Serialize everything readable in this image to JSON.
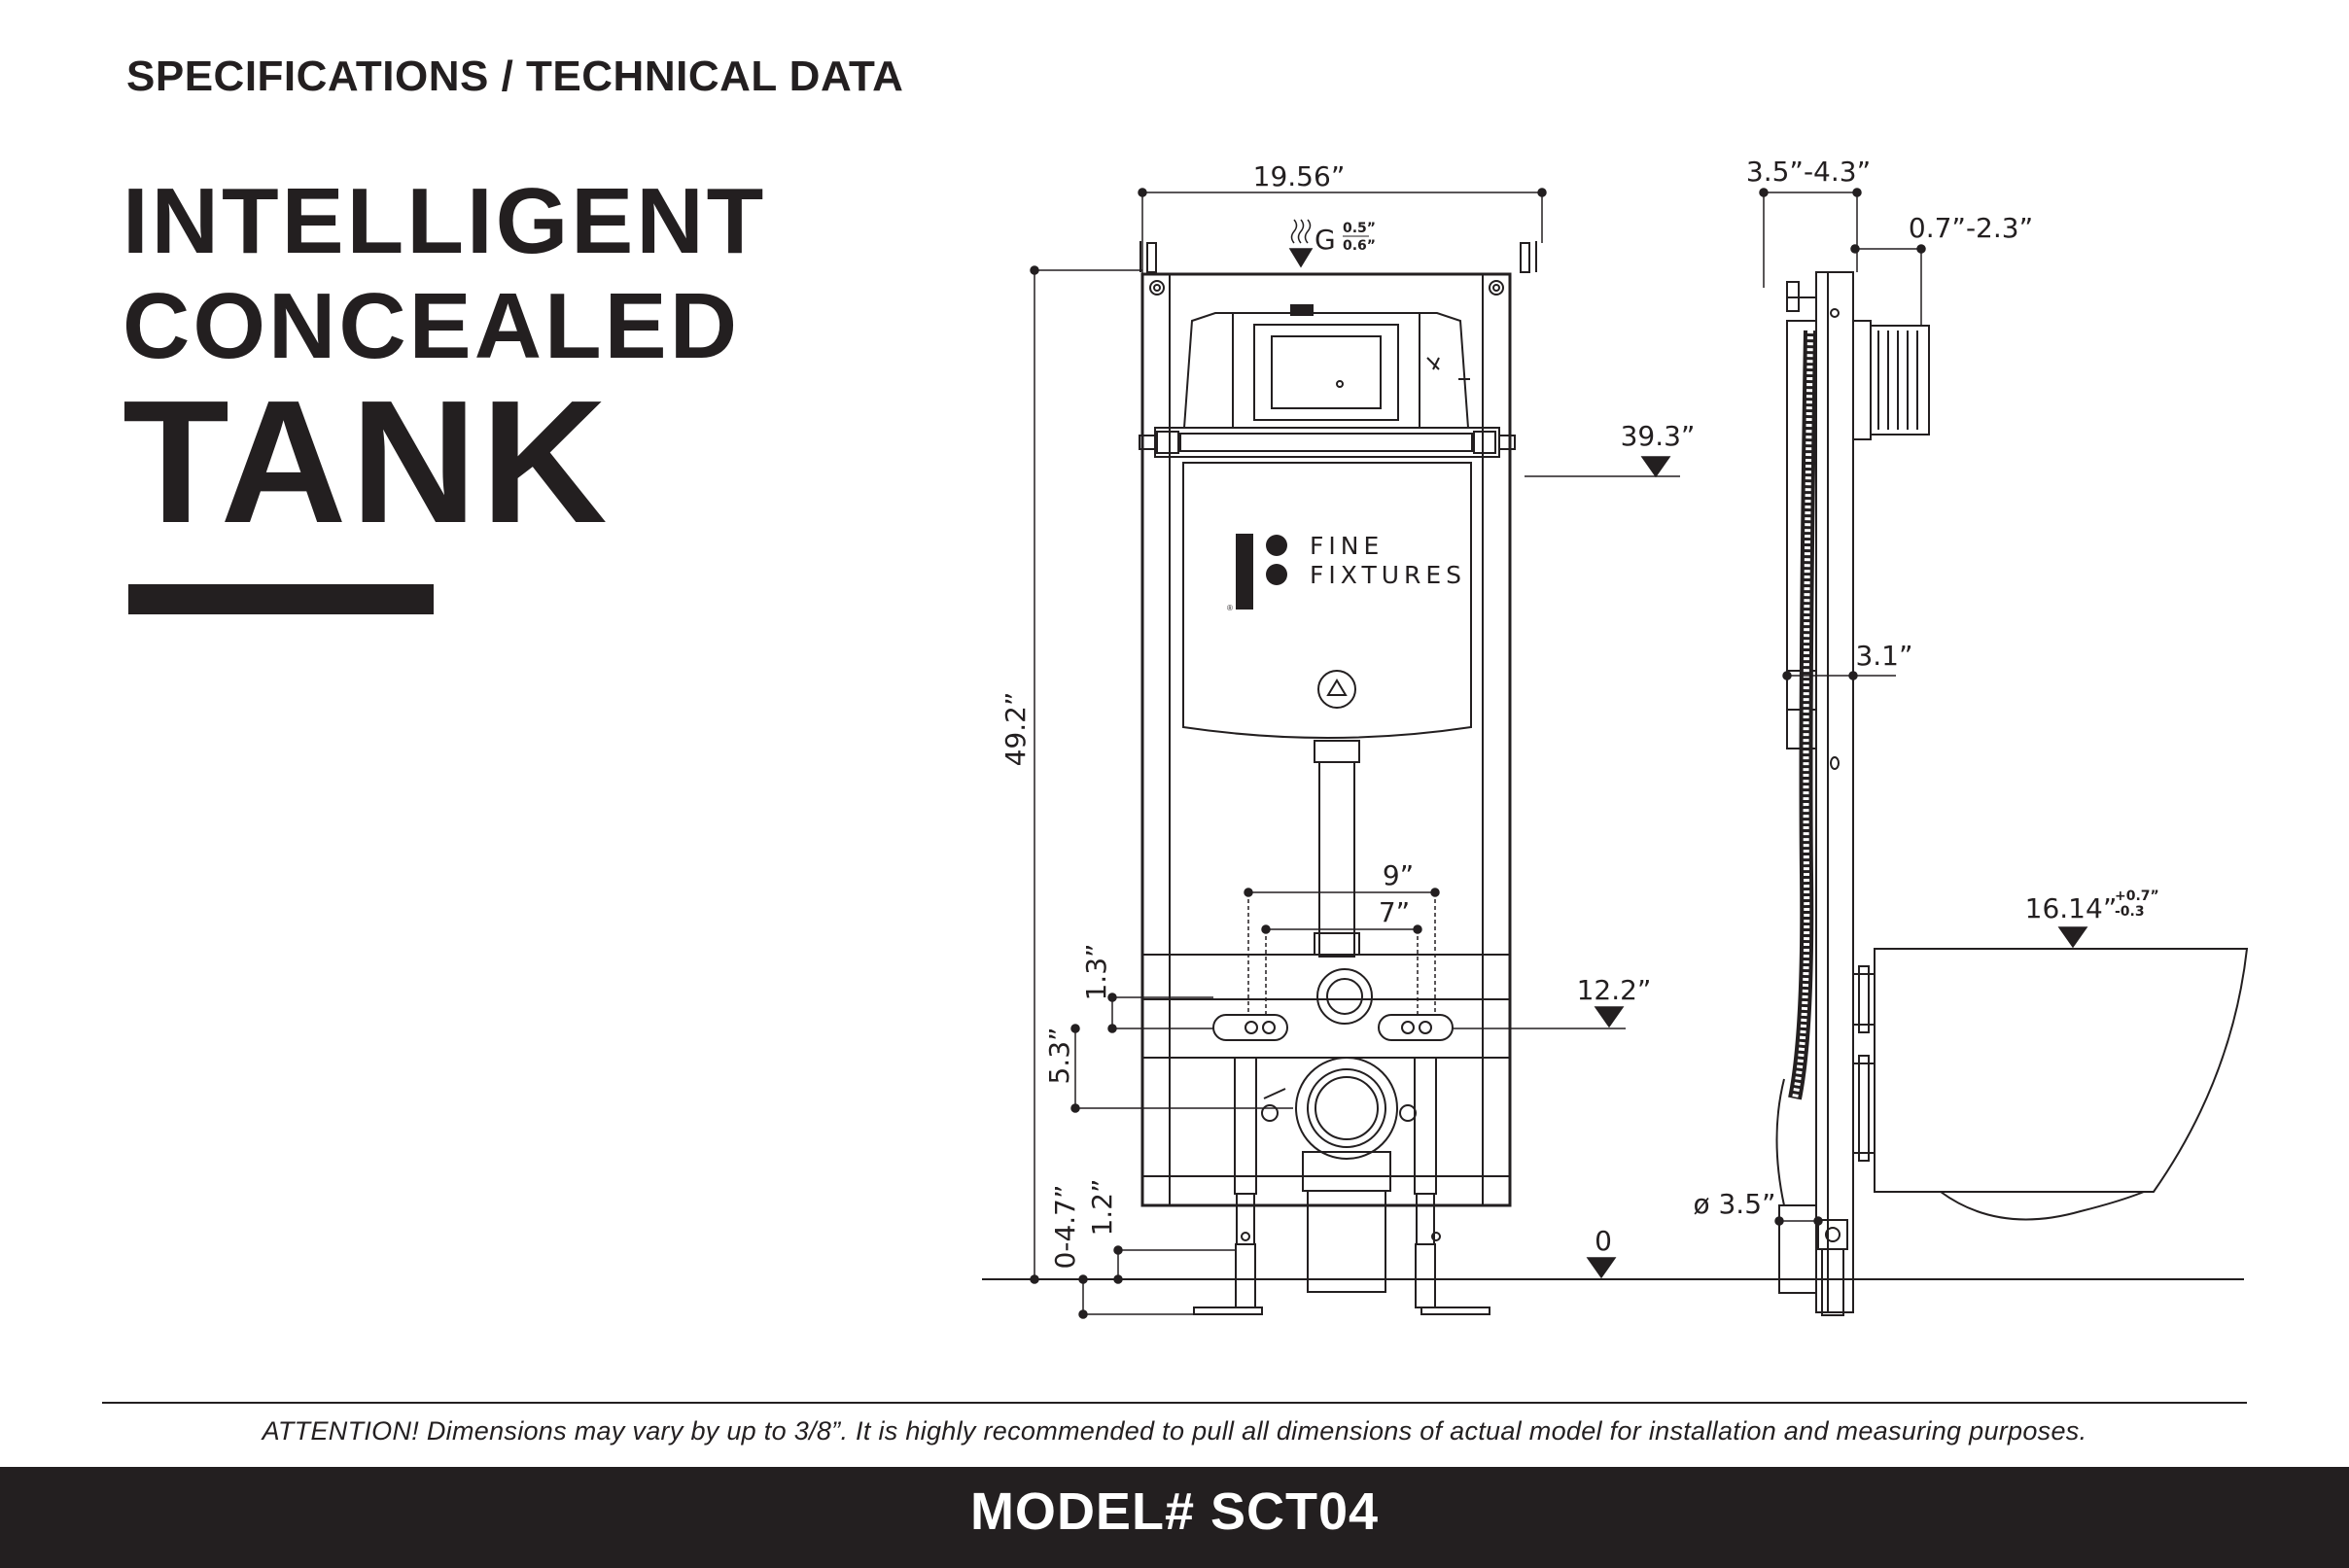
{
  "header": "SPECIFICATIONS / TECHNICAL DATA",
  "title": {
    "line1": "INTELLIGENT",
    "line2": "CONCEALED",
    "line3": "TANK"
  },
  "brand": {
    "line1": "FINE",
    "line2": "FIXTURES"
  },
  "dimensions": {
    "width": "19.56”",
    "height": "49.2”",
    "flush_plate_height": "39.3”",
    "depth": "3.5”-4.3”",
    "wall_thickness": "0.7”-2.3”",
    "frame_depth": "3.1”",
    "bolt_outer": "9”",
    "bolt_inner": "7”",
    "bolt_height": "12.2”",
    "drain_offset_small": "1.3”",
    "drain_offset_large": "5.3”",
    "foot_adjust": "0-4.7”",
    "foot_height": "1.2”",
    "floor": "0",
    "pipe_diameter": "ø 3.5”",
    "bowl_height": "16.14”",
    "bowl_tolerance_plus": "+0.7”",
    "bowl_tolerance_minus": "-0.3",
    "supply": "G",
    "supply_a": "0.5”",
    "supply_b": "0.6”"
  },
  "attention": "ATTENTION!  Dimensions may vary by up to 3/8”.  It is highly recommended to pull all dimensions of actual model for installation and measuring purposes.",
  "footer": {
    "model": "MODEL# SCT04"
  }
}
